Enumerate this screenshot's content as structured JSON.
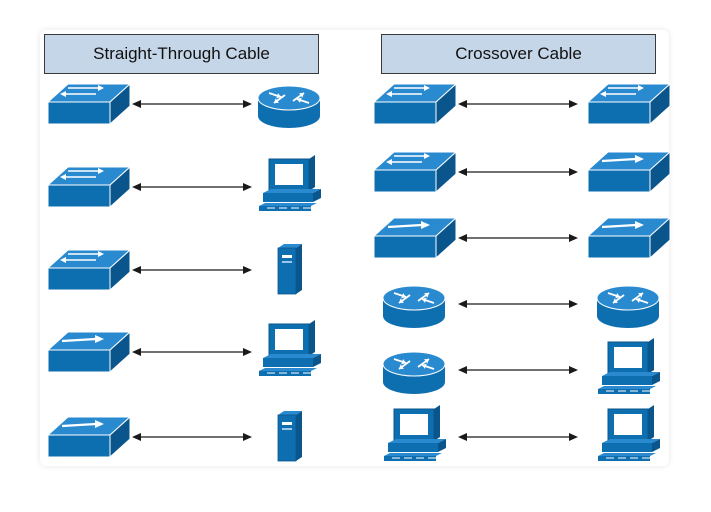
{
  "headers": {
    "straight_through": "Straight-Through Cable",
    "crossover": "Crossover Cable"
  },
  "colors": {
    "header_fill": "#c5d6e8",
    "device_front": "#0e6fb0",
    "device_top": "#2a8ad0",
    "device_side": "#0a568c",
    "arrow": "#1a1a1a"
  },
  "columns": {
    "straight_through": [
      {
        "left": "switch",
        "right": "router"
      },
      {
        "left": "switch",
        "right": "pc"
      },
      {
        "left": "switch",
        "right": "server"
      },
      {
        "left": "hub",
        "right": "pc"
      },
      {
        "left": "hub",
        "right": "server"
      }
    ],
    "crossover": [
      {
        "left": "switch",
        "right": "switch"
      },
      {
        "left": "switch",
        "right": "hub"
      },
      {
        "left": "hub",
        "right": "hub"
      },
      {
        "left": "router",
        "right": "router"
      },
      {
        "left": "router",
        "right": "pc"
      },
      {
        "left": "pc",
        "right": "pc"
      }
    ]
  }
}
